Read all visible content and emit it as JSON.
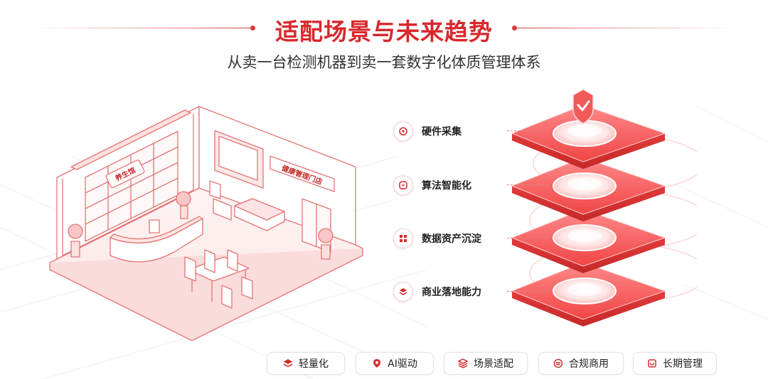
{
  "header": {
    "title": "适配场景与未来趋势",
    "subtitle": "从卖一台检测机器到卖一套数字化体质管理体系"
  },
  "scene": {
    "left_sign": "养生馆",
    "right_sign": "健康管理门店"
  },
  "features": [
    {
      "label": "硬件采集",
      "icon": "chip-icon"
    },
    {
      "label": "算法智能化",
      "icon": "algorithm-icon"
    },
    {
      "label": "数据资产沉淀",
      "icon": "grid-icon"
    },
    {
      "label": "商业落地能力",
      "icon": "layers-icon"
    }
  ],
  "tags": [
    {
      "label": "轻量化",
      "icon": "layers-icon"
    },
    {
      "label": "AI驱动",
      "icon": "location-pin-icon"
    },
    {
      "label": "场景适配",
      "icon": "stack-icon"
    },
    {
      "label": "合规商用",
      "icon": "shield-icon"
    },
    {
      "label": "长期管理",
      "icon": "calendar-icon"
    }
  ],
  "colors": {
    "accent": "#d8282c",
    "line": "#d63a3a",
    "layer": "#f25a5a"
  }
}
